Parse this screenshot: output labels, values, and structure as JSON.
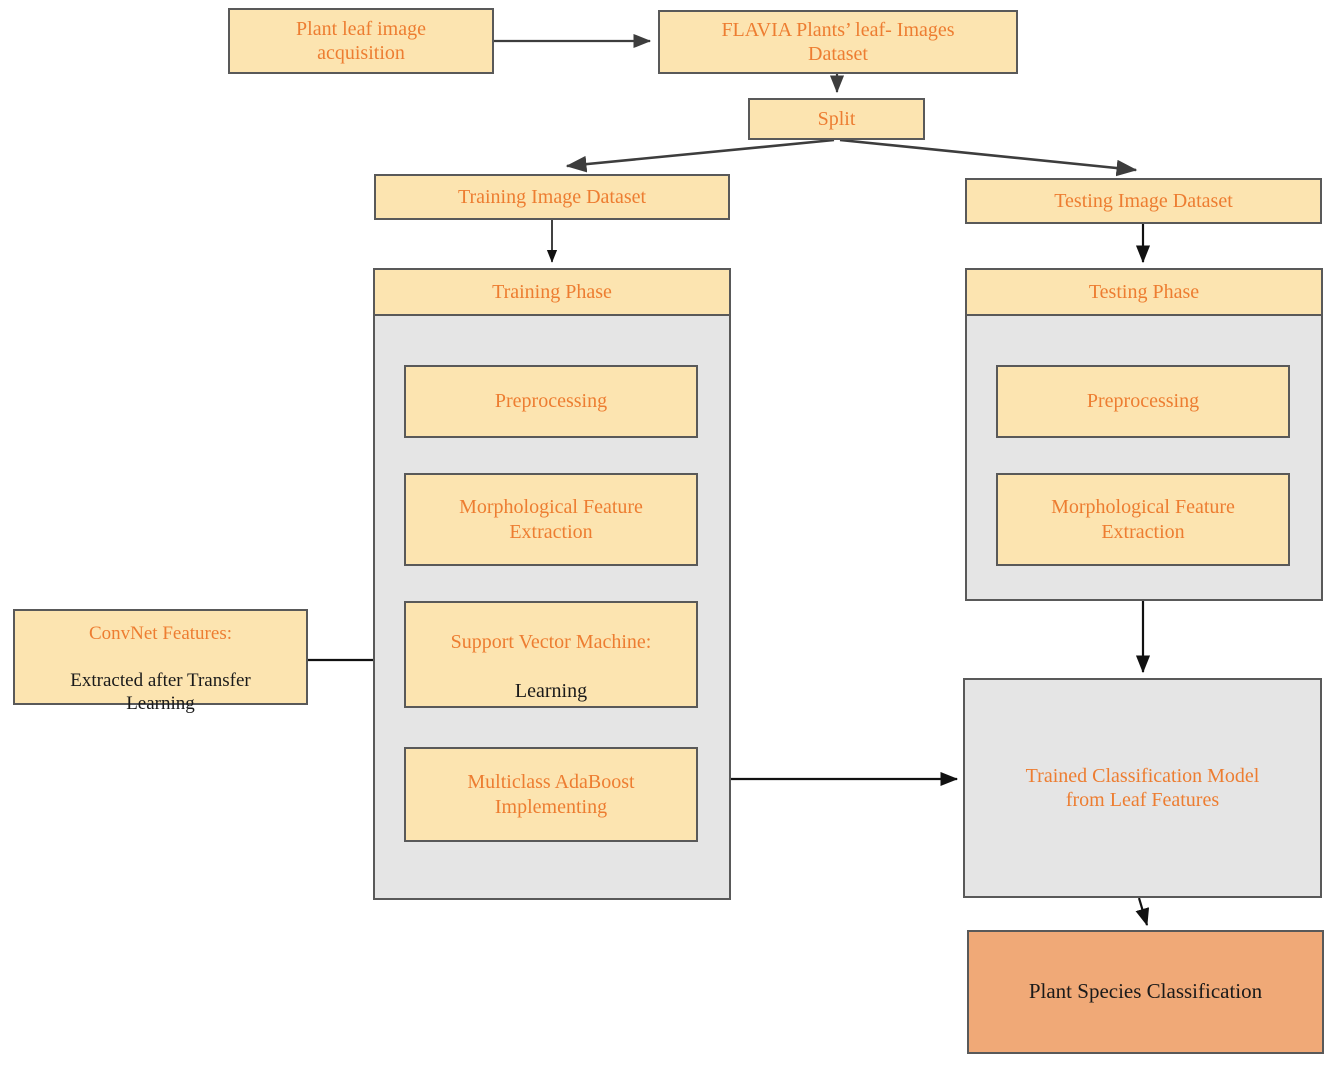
{
  "diagram": {
    "title": "Plant species classification pipeline flowchart",
    "colors": {
      "box_fill_yellow": "#FCE4B0",
      "box_fill_gray": "#E5E5E5",
      "box_fill_salmon": "#F0A977",
      "border": "#595959",
      "text_orange": "#ED7D31",
      "text_black": "#1a1a1a",
      "arrow": "#404040",
      "background": "#FFFFFF"
    },
    "nodes": {
      "acquisition": "Plant leaf image\nacquisition",
      "flavia_dataset": "FLAVIA Plants’ leaf- Images\nDataset",
      "split": "Split",
      "training_image_dataset": "Training Image Dataset",
      "testing_image_dataset": "Testing Image Dataset",
      "training_phase": "Training Phase",
      "testing_phase": "Testing Phase",
      "train_preprocessing": "Preprocessing",
      "train_morphological": "Morphological Feature\nExtraction",
      "svm_line1": "Support Vector Machine:",
      "svm_line2": "Learning",
      "adaboost": "Multiclass  AdaBoost\nImplementing",
      "test_preprocessing": "Preprocessing",
      "test_morphological": "Morphological Feature\nExtraction",
      "convnet_line1": "ConvNet Features:",
      "convnet_line2": "Extracted after Transfer\nLearning",
      "trained_model": "Trained Classification Model\nfrom Leaf Features",
      "plant_species_classification": "Plant Species Classification"
    },
    "edges": [
      {
        "from": "acquisition",
        "to": "flavia_dataset"
      },
      {
        "from": "flavia_dataset",
        "to": "split"
      },
      {
        "from": "split",
        "to": "training_image_dataset"
      },
      {
        "from": "split",
        "to": "testing_image_dataset"
      },
      {
        "from": "training_image_dataset",
        "to": "training_phase"
      },
      {
        "from": "testing_image_dataset",
        "to": "testing_phase"
      },
      {
        "from": "training_phase",
        "to": "train_preprocessing"
      },
      {
        "from": "train_preprocessing",
        "to": "train_morphological"
      },
      {
        "from": "train_morphological",
        "to": "svm"
      },
      {
        "from": "svm",
        "to": "adaboost"
      },
      {
        "from": "convnet",
        "to": "svm"
      },
      {
        "from": "adaboost",
        "to": "trained_model"
      },
      {
        "from": "testing_phase",
        "to": "test_preprocessing"
      },
      {
        "from": "test_preprocessing",
        "to": "test_morphological"
      },
      {
        "from": "test_morphological",
        "to": "trained_model"
      },
      {
        "from": "trained_model",
        "to": "plant_species_classification"
      }
    ]
  }
}
